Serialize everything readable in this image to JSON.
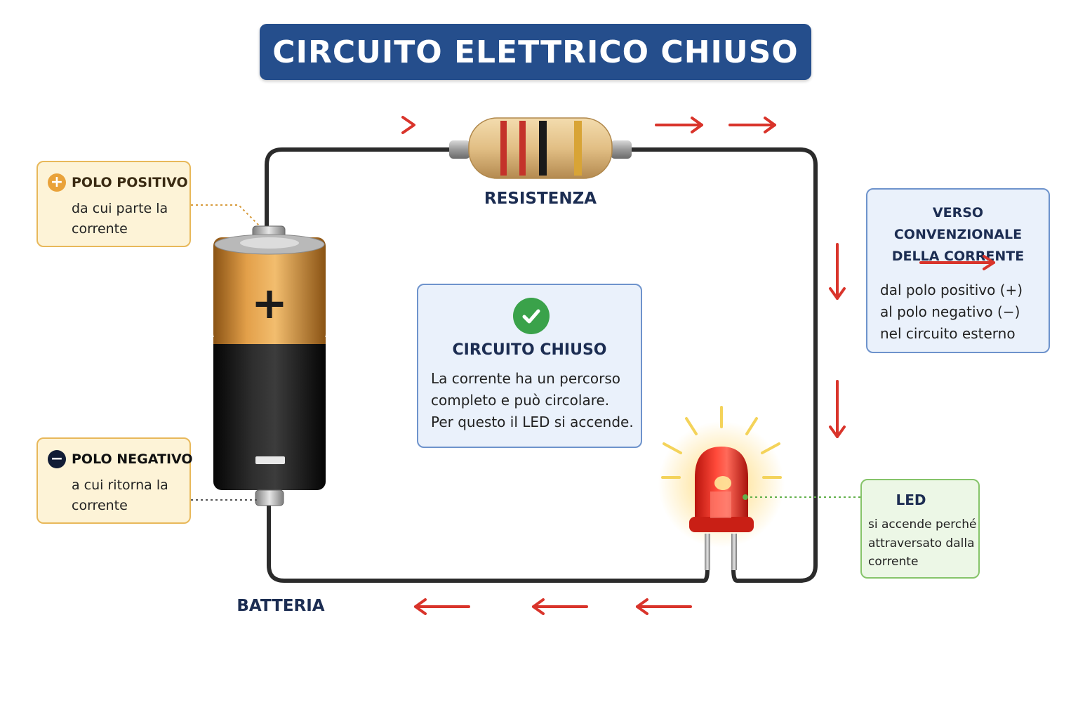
{
  "title": "CIRCUITO ELETTRICO CHIUSO",
  "components": {
    "resistor_label": "RESISTENZA",
    "battery_label": "BATTERIA",
    "battery_plus": "+",
    "battery_minus": "−"
  },
  "positive_pole": {
    "title": "POLO POSITIVO",
    "sign": "+",
    "lines": [
      "da cui parte la",
      "corrente"
    ]
  },
  "negative_pole": {
    "title": "POLO NEGATIVO",
    "sign": "−",
    "lines": [
      "a cui ritorna la",
      "corrente"
    ]
  },
  "closed_circuit": {
    "title": "CIRCUITO CHIUSO",
    "lines": [
      "La corrente ha un percorso",
      "completo e può circolare.",
      "Per questo il LED si accende."
    ]
  },
  "current_direction": {
    "title_lines": [
      "VERSO CONVENZIONALE",
      "DELLA CORRENTE"
    ],
    "lines": [
      "dal polo positivo (+)",
      "al polo negativo (−)",
      "nel circuito esterno"
    ]
  },
  "led": {
    "title": "LED",
    "lines": [
      "si accende perché",
      "attraversato dalla",
      "corrente"
    ]
  },
  "colors": {
    "title_bg": "#254e8c",
    "arrow": "#d9342b",
    "wire": "#2b2b2b",
    "battery_top": "#d08a2c",
    "battery_bottom": "#151515",
    "led_red": "#e52a1f",
    "check_green": "#3aa24a"
  }
}
